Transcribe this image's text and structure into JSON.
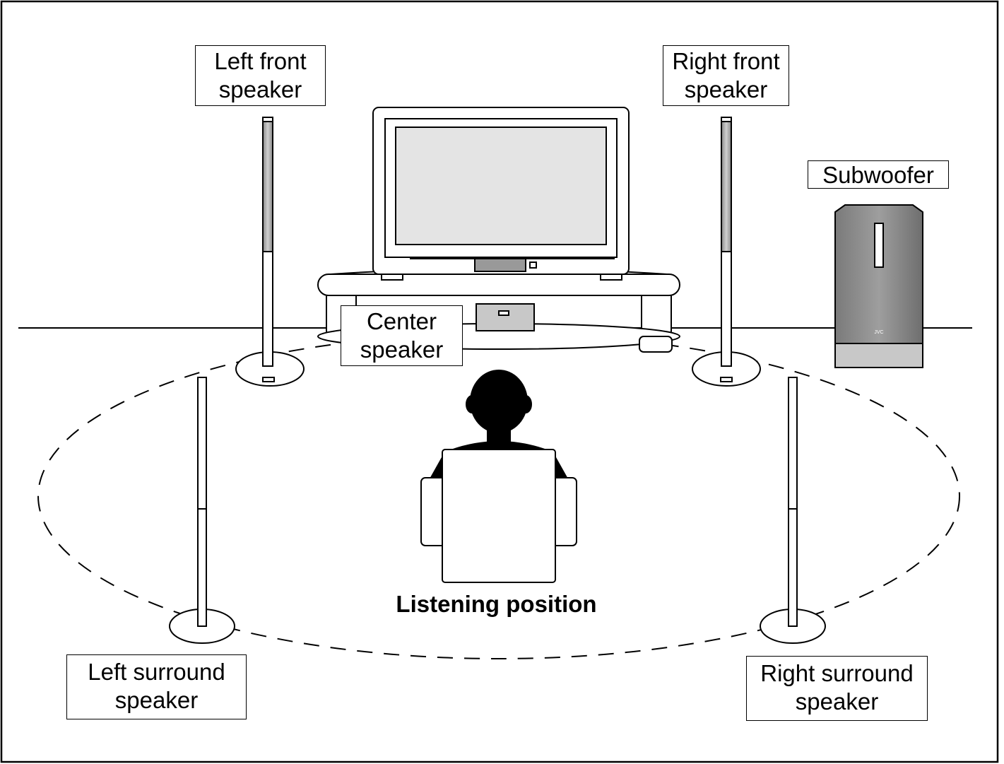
{
  "labels": {
    "left_front": [
      "Left front",
      "speaker"
    ],
    "right_front": [
      "Right front",
      "speaker"
    ],
    "subwoofer": "Subwoofer",
    "center": [
      "Center",
      "speaker"
    ],
    "left_surround": [
      "Left surround",
      "speaker"
    ],
    "right_surround": [
      "Right surround",
      "speaker"
    ]
  },
  "caption": "Listening position",
  "subwoofer_brand": "JVC",
  "colors": {
    "line": "#000000",
    "speaker_gray": "#9a9a9a",
    "subwoofer_body": "#8a8a8a",
    "screen": "#e4e4e4"
  }
}
